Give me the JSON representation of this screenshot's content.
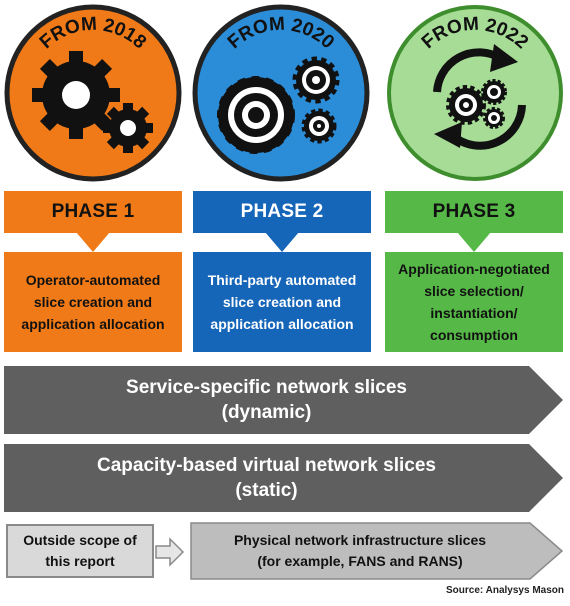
{
  "badges": [
    {
      "label": "FROM 2018",
      "color": "#F07A17"
    },
    {
      "label": "FROM 2020",
      "color": "#2B8CD8"
    },
    {
      "label": "FROM 2022",
      "color": "#8FD37A"
    }
  ],
  "phases": [
    {
      "title": "PHASE 1",
      "head_color": "#F07A17",
      "box_color": "#F07A17",
      "lines": [
        "Operator-automated",
        "slice creation and",
        "application allocation"
      ]
    },
    {
      "title": "PHASE 2",
      "head_color": "#1565B8",
      "box_color": "#1565B8",
      "lines": [
        "Third-party automated",
        "slice creation and",
        "application allocation"
      ]
    },
    {
      "title": "PHASE 3",
      "head_color": "#56B947",
      "box_color": "#56B947",
      "lines": [
        "Application-negotiated",
        "slice selection/",
        "instantiation/",
        "consumption"
      ]
    }
  ],
  "slices": {
    "service": {
      "line1": "Service-specific network slices",
      "line2": "(dynamic)"
    },
    "capacity": {
      "line1": "Capacity-based virtual network slices",
      "line2": "(static)"
    },
    "outside": {
      "line1": "Outside scope of",
      "line2": "this report"
    },
    "physical": {
      "line1": "Physical network infrastructure slices",
      "line2": "(for example, FANS and RANS)"
    }
  },
  "colors": {
    "dark_arrow": "#5F5F5F",
    "light_box": "#D9D9D9",
    "light_arrow": "#BDBDBD"
  },
  "source": "Source: Analysys Mason"
}
